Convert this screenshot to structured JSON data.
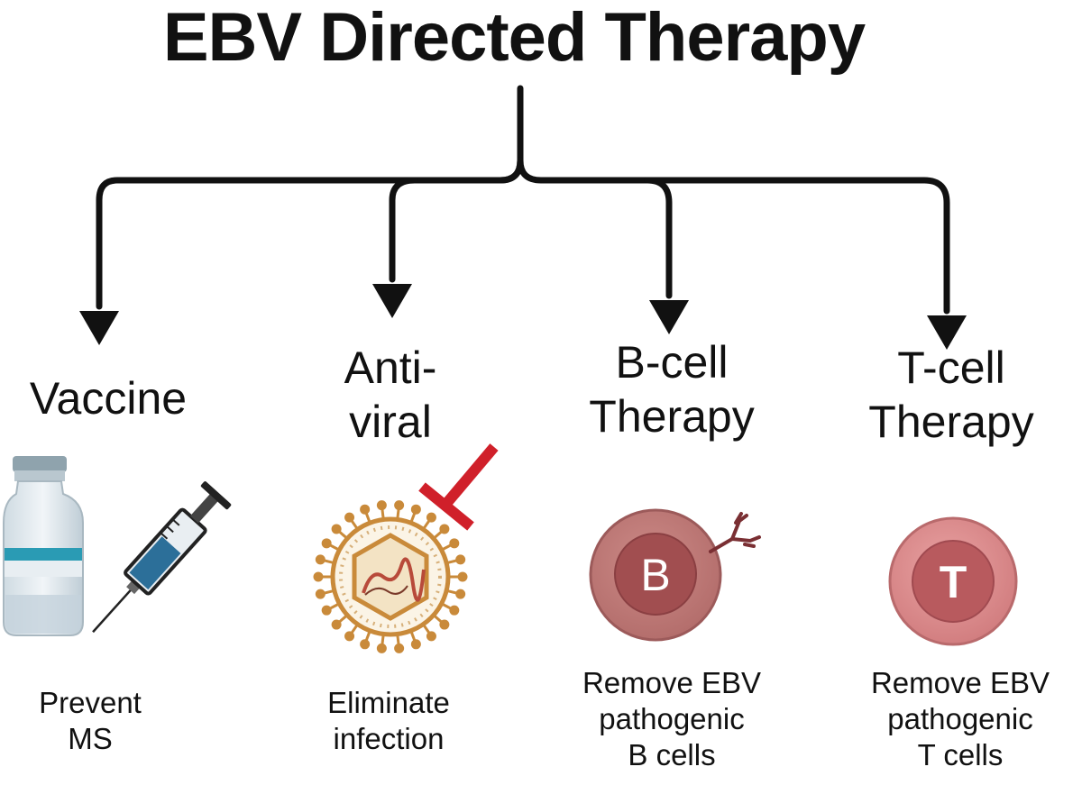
{
  "title": "EBV Directed Therapy",
  "branches": [
    {
      "label": "Vaccine",
      "description": "Prevent\nMS"
    },
    {
      "label": "Anti-\nviral",
      "description": "Eliminate\ninfection"
    },
    {
      "label": "B-cell\nTherapy",
      "description": "Remove EBV\npathogenic\nB cells"
    },
    {
      "label": "T-cell\nTherapy",
      "description": "Remove EBV\npathogenic\nT cells"
    }
  ],
  "cells": {
    "b_letter": "B",
    "t_letter": "T"
  },
  "colors": {
    "line": "#111111",
    "inhibit": "#d0202a",
    "b_cell_outer": "#c07a78",
    "b_cell_inner": "#a14e50",
    "t_cell_outer": "#de8e8e",
    "t_cell_inner": "#b85a5e",
    "vial_cap": "#8fa3ad",
    "vial_band": "#2a9bb4",
    "syringe_barrel": "#2c6f99",
    "virus": "#c98a3a"
  },
  "icons": [
    "vaccine-vial-icon",
    "syringe-icon",
    "virus-icon",
    "inhibit-icon",
    "b-cell-icon",
    "antibody-icon",
    "t-cell-icon"
  ]
}
